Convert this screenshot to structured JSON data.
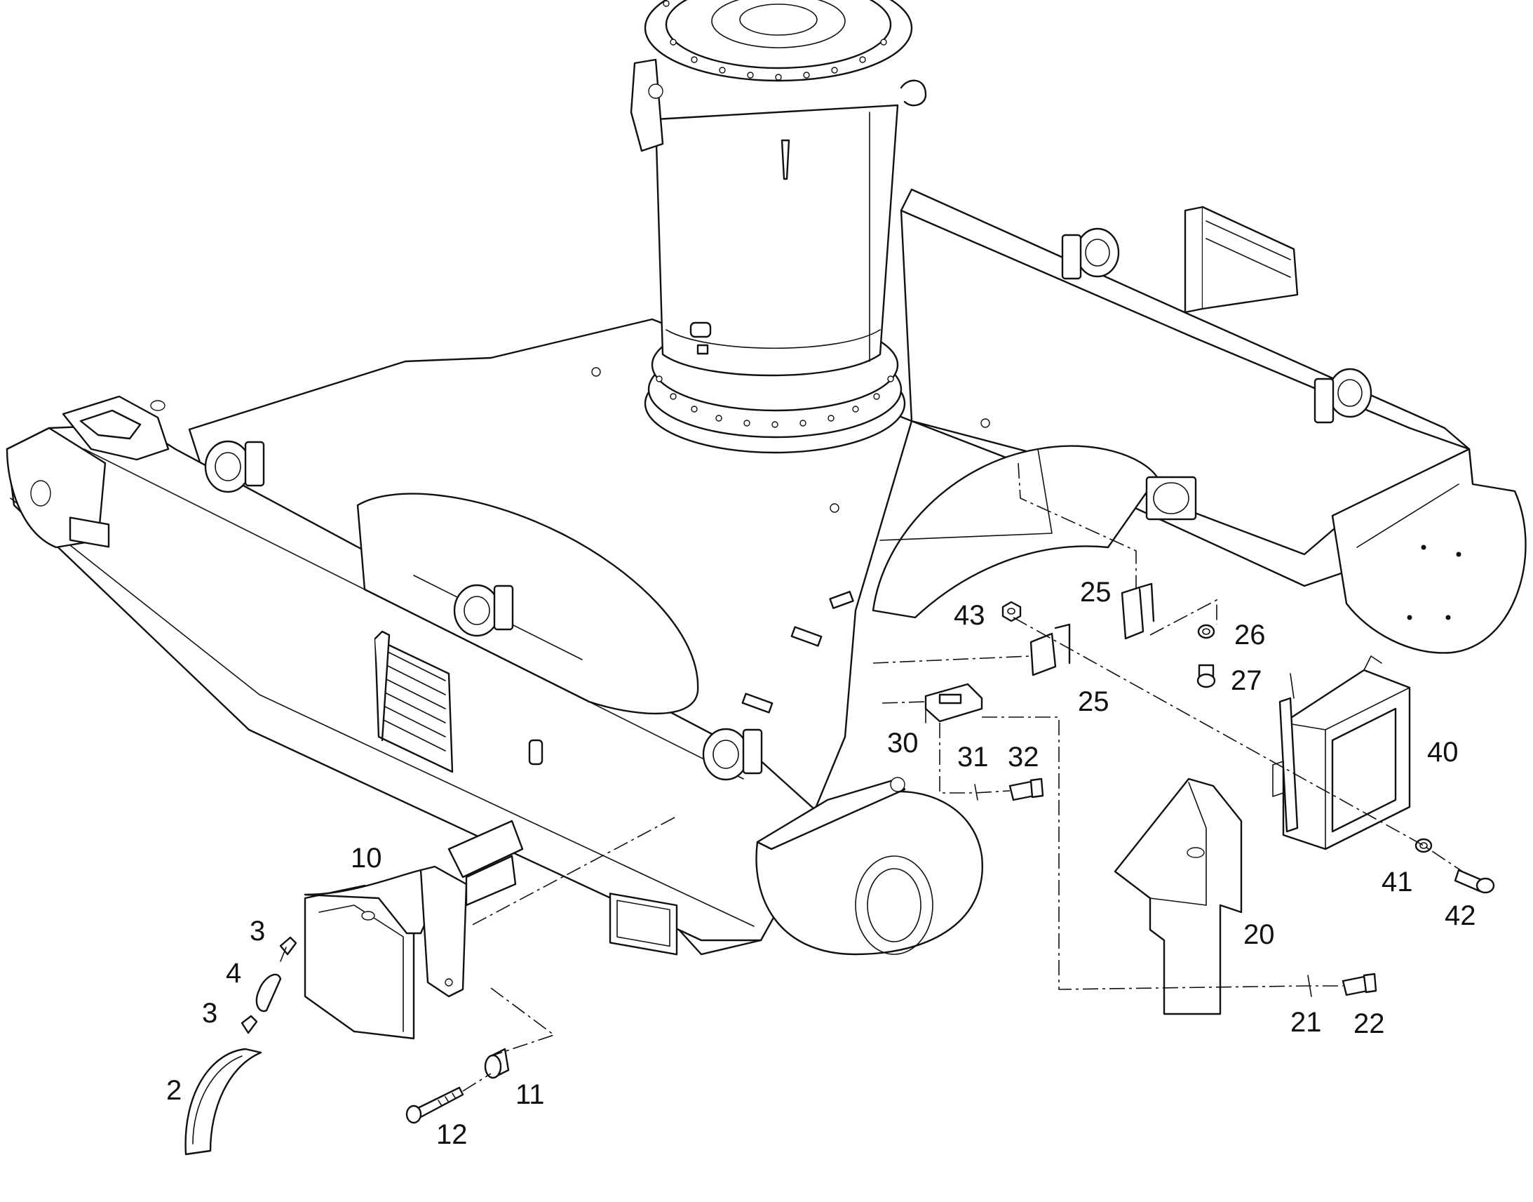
{
  "colors": {
    "line": "#111111",
    "background": "#ffffff"
  },
  "callouts": [
    {
      "id": "c2",
      "label": "2"
    },
    {
      "id": "c3a",
      "label": "3"
    },
    {
      "id": "c3b",
      "label": "3"
    },
    {
      "id": "c4",
      "label": "4"
    },
    {
      "id": "c10",
      "label": "10"
    },
    {
      "id": "c11",
      "label": "11"
    },
    {
      "id": "c12",
      "label": "12"
    },
    {
      "id": "c20",
      "label": "20"
    },
    {
      "id": "c21",
      "label": "21"
    },
    {
      "id": "c22",
      "label": "22"
    },
    {
      "id": "c25a",
      "label": "25"
    },
    {
      "id": "c25b",
      "label": "25"
    },
    {
      "id": "c26",
      "label": "26"
    },
    {
      "id": "c27",
      "label": "27"
    },
    {
      "id": "c30",
      "label": "30"
    },
    {
      "id": "c31",
      "label": "31"
    },
    {
      "id": "c32",
      "label": "32"
    },
    {
      "id": "c40",
      "label": "40"
    },
    {
      "id": "c41",
      "label": "41"
    },
    {
      "id": "c42",
      "label": "42"
    },
    {
      "id": "c43",
      "label": "43"
    }
  ]
}
